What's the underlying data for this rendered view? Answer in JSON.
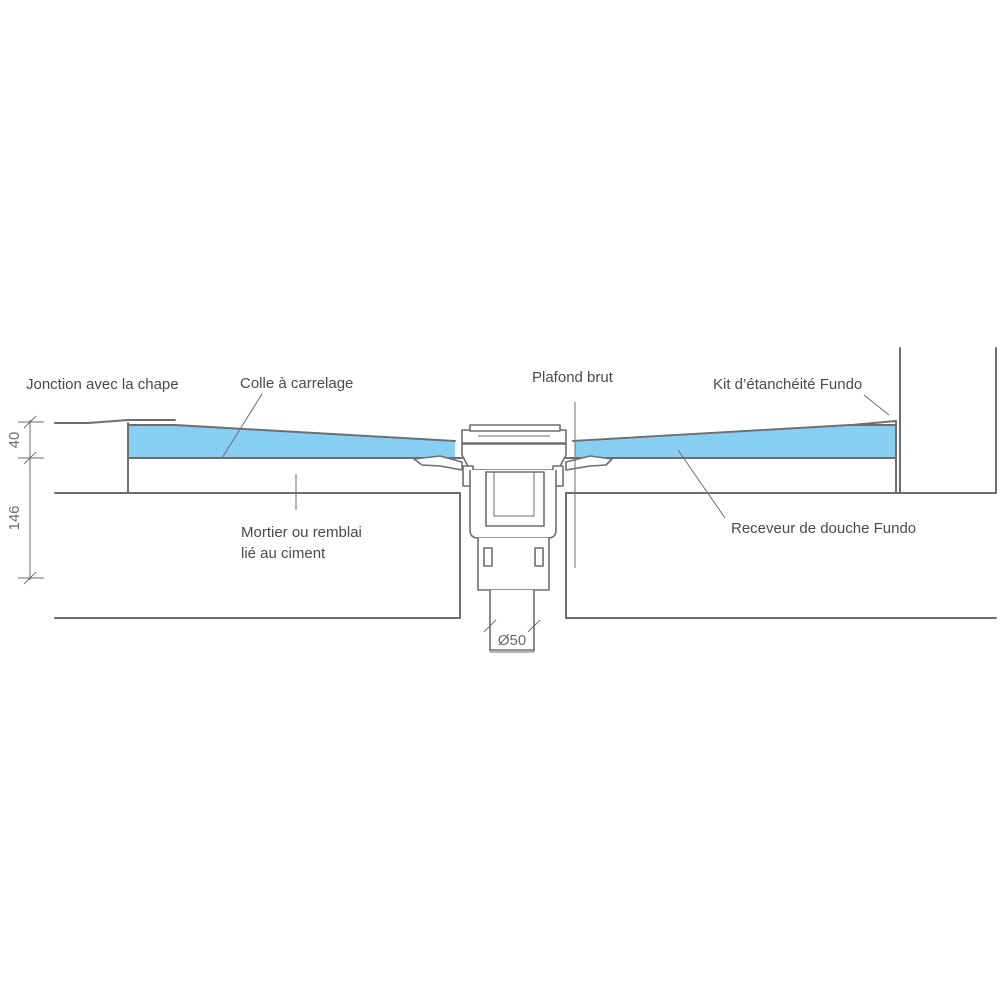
{
  "labels": {
    "jonction": "Jonction avec la chape",
    "colle": "Colle à carrelage",
    "plafond": "Plafond brut",
    "kit": "Kit d’étanchéité Fundo",
    "mortier_line1": "Mortier ou remblai",
    "mortier_line2": "lié au ciment",
    "receveur": "Receveur de douche Fundo"
  },
  "dimensions": {
    "tile_layer": "40",
    "mortar_layer": "146",
    "pipe_diameter": "Ø50"
  },
  "colors": {
    "receiver_fill": "#87cff2",
    "line": "#6d6e71",
    "text": "#4a4a4d"
  }
}
